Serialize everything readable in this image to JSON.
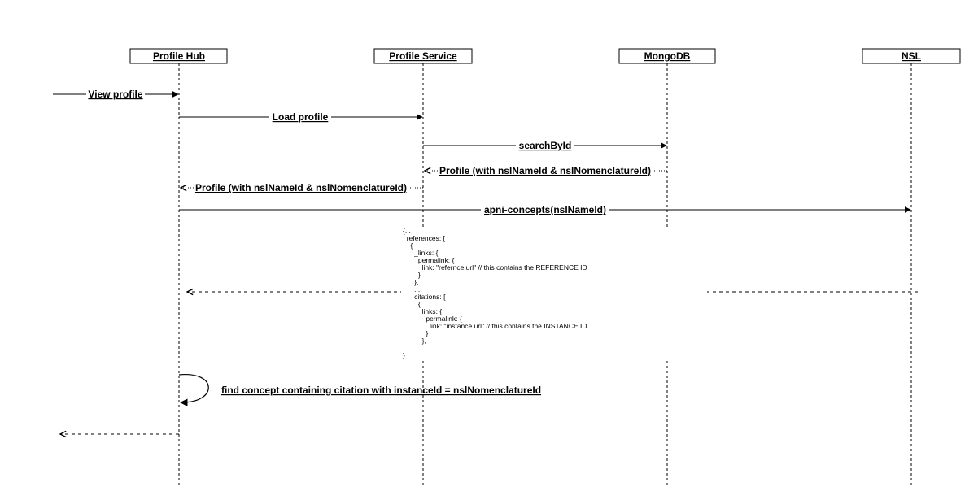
{
  "participants": [
    {
      "id": "hub",
      "name": "Profile Hub"
    },
    {
      "id": "service",
      "name": "Profile Service"
    },
    {
      "id": "mongo",
      "name": "MongoDB"
    },
    {
      "id": "nsl",
      "name": "NSL"
    }
  ],
  "messages": [
    {
      "id": "view-profile",
      "label": "View profile",
      "from": "external",
      "to": "hub",
      "style": "solid"
    },
    {
      "id": "load-profile",
      "label": "Load profile",
      "from": "hub",
      "to": "service",
      "style": "solid"
    },
    {
      "id": "search-by-id",
      "label": "searchById",
      "from": "service",
      "to": "mongo",
      "style": "solid"
    },
    {
      "id": "mongo-return",
      "label": "Profile (with nslNameId & nslNomenclatureId)",
      "from": "mongo",
      "to": "service",
      "style": "dotted"
    },
    {
      "id": "service-return",
      "label": "Profile (with nslNameId & nslNomenclatureId)",
      "from": "service",
      "to": "hub",
      "style": "dotted"
    },
    {
      "id": "apni-concepts",
      "label": "apni-concepts(nslNameId)",
      "from": "hub",
      "to": "nsl",
      "style": "solid"
    },
    {
      "id": "nsl-return",
      "label": "",
      "from": "nsl",
      "to": "hub",
      "style": "dashed"
    },
    {
      "id": "self-find",
      "label": "find concept containing citation with instanceId = nslNomenclatureId",
      "from": "hub",
      "to": "hub",
      "style": "solid"
    },
    {
      "id": "final-return",
      "label": "",
      "from": "hub",
      "to": "external",
      "style": "dashed"
    }
  ],
  "response_note": [
    "{...",
    "  references: [",
    "    {",
    "      _links: {",
    "        permalink: {",
    "          link: \"refernce url\" // this contains the REFERENCE ID",
    "        }",
    "      },",
    "      ...",
    "      citations: [",
    "        {",
    "          links: {",
    "            permalink: {",
    "              link: \"instance url\" // this contains the INSTANCE ID",
    "            }",
    "          },",
    "...",
    "}"
  ]
}
